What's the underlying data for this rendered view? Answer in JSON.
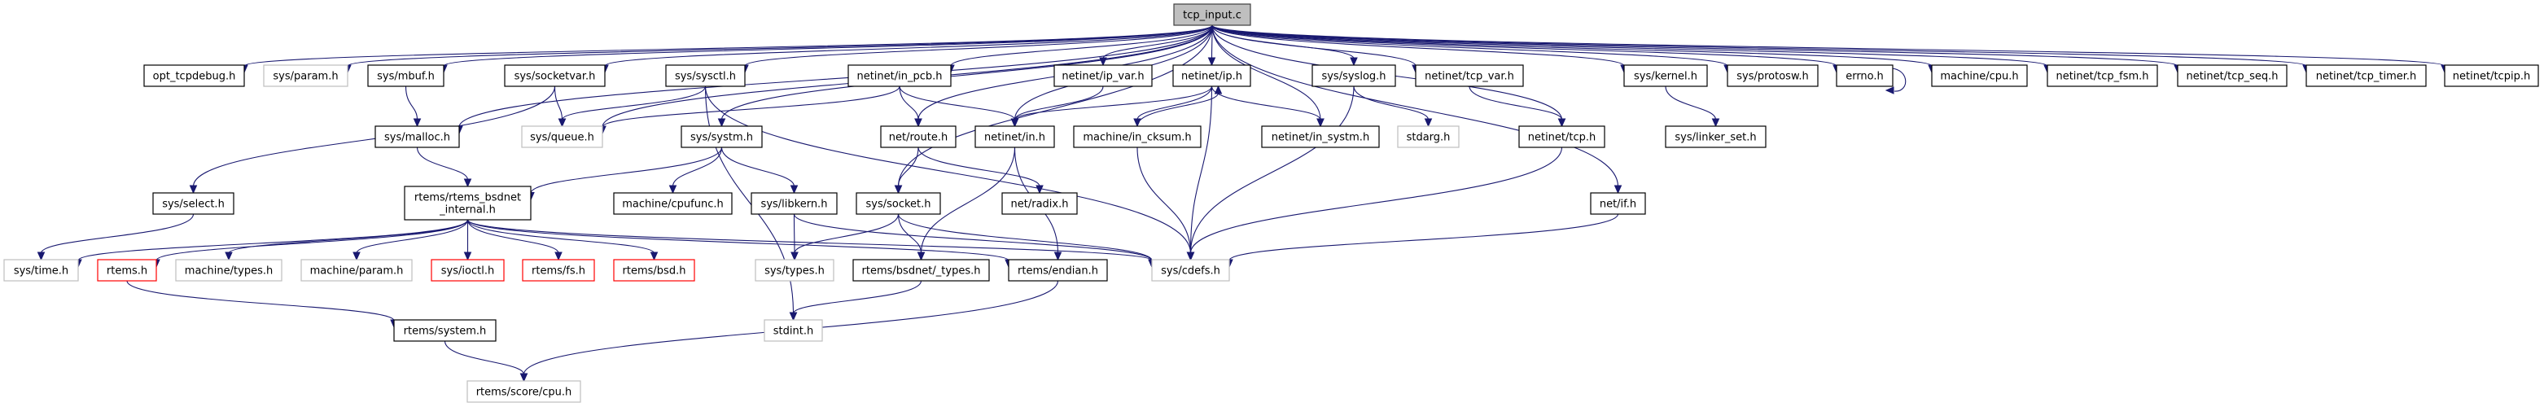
{
  "title": "tcp_input.c",
  "legend": {
    "edge_color": "#191970",
    "root_fill": "#bfbfbf",
    "normal_border": "#000000",
    "external_border": "#bfbfbf",
    "missing_border": "#ff0000"
  },
  "nodes": [
    {
      "id": "tcp_input",
      "label": "tcp_input.c",
      "kind": "root"
    },
    {
      "id": "opt_tcpdebug",
      "label": "opt_tcpdebug.h",
      "kind": "normal"
    },
    {
      "id": "sys_param",
      "label": "sys/param.h",
      "kind": "external"
    },
    {
      "id": "sys_mbuf",
      "label": "sys/mbuf.h",
      "kind": "normal"
    },
    {
      "id": "sys_socketvar",
      "label": "sys/socketvar.h",
      "kind": "normal"
    },
    {
      "id": "sys_sysctl",
      "label": "sys/sysctl.h",
      "kind": "normal"
    },
    {
      "id": "netinet_in_pcb",
      "label": "netinet/in_pcb.h",
      "kind": "normal"
    },
    {
      "id": "netinet_ip_var",
      "label": "netinet/ip_var.h",
      "kind": "normal"
    },
    {
      "id": "netinet_ip",
      "label": "netinet/ip.h",
      "kind": "normal"
    },
    {
      "id": "sys_syslog",
      "label": "sys/syslog.h",
      "kind": "normal"
    },
    {
      "id": "netinet_tcp_var",
      "label": "netinet/tcp_var.h",
      "kind": "normal"
    },
    {
      "id": "sys_kernel",
      "label": "sys/kernel.h",
      "kind": "normal"
    },
    {
      "id": "sys_protosw",
      "label": "sys/protosw.h",
      "kind": "normal"
    },
    {
      "id": "errno",
      "label": "errno.h",
      "kind": "normal"
    },
    {
      "id": "machine_cpu",
      "label": "machine/cpu.h",
      "kind": "normal"
    },
    {
      "id": "netinet_tcp_fsm",
      "label": "netinet/tcp_fsm.h",
      "kind": "normal"
    },
    {
      "id": "netinet_tcp_seq",
      "label": "netinet/tcp_seq.h",
      "kind": "normal"
    },
    {
      "id": "netinet_tcp_timer",
      "label": "netinet/tcp_timer.h",
      "kind": "normal"
    },
    {
      "id": "netinet_tcpip",
      "label": "netinet/tcpip.h",
      "kind": "normal"
    },
    {
      "id": "sys_malloc",
      "label": "sys/malloc.h",
      "kind": "normal"
    },
    {
      "id": "sys_queue",
      "label": "sys/queue.h",
      "kind": "external"
    },
    {
      "id": "sys_systm",
      "label": "sys/systm.h",
      "kind": "normal"
    },
    {
      "id": "net_route",
      "label": "net/route.h",
      "kind": "normal"
    },
    {
      "id": "netinet_in",
      "label": "netinet/in.h",
      "kind": "normal"
    },
    {
      "id": "machine_in_cksum",
      "label": "machine/in_cksum.h",
      "kind": "normal"
    },
    {
      "id": "netinet_in_systm",
      "label": "netinet/in_systm.h",
      "kind": "normal"
    },
    {
      "id": "stdarg",
      "label": "stdarg.h",
      "kind": "external"
    },
    {
      "id": "netinet_tcp",
      "label": "netinet/tcp.h",
      "kind": "normal"
    },
    {
      "id": "sys_linker_set",
      "label": "sys/linker_set.h",
      "kind": "normal"
    },
    {
      "id": "sys_select",
      "label": "sys/select.h",
      "kind": "normal"
    },
    {
      "id": "rtems_bsdnet_internal",
      "label": "rtems/rtems_bsdnet\n_internal.h",
      "kind": "normal"
    },
    {
      "id": "machine_cpufunc",
      "label": "machine/cpufunc.h",
      "kind": "normal"
    },
    {
      "id": "sys_libkern",
      "label": "sys/libkern.h",
      "kind": "normal"
    },
    {
      "id": "sys_socket",
      "label": "sys/socket.h",
      "kind": "normal"
    },
    {
      "id": "net_radix",
      "label": "net/radix.h",
      "kind": "normal"
    },
    {
      "id": "net_if",
      "label": "net/if.h",
      "kind": "normal"
    },
    {
      "id": "sys_time",
      "label": "sys/time.h",
      "kind": "external"
    },
    {
      "id": "rtems_h",
      "label": "rtems.h",
      "kind": "missing"
    },
    {
      "id": "machine_types",
      "label": "machine/types.h",
      "kind": "external"
    },
    {
      "id": "machine_param",
      "label": "machine/param.h",
      "kind": "external"
    },
    {
      "id": "sys_ioctl",
      "label": "sys/ioctl.h",
      "kind": "missing"
    },
    {
      "id": "rtems_fs",
      "label": "rtems/fs.h",
      "kind": "missing"
    },
    {
      "id": "rtems_bsd",
      "label": "rtems/bsd.h",
      "kind": "missing"
    },
    {
      "id": "sys_types",
      "label": "sys/types.h",
      "kind": "external"
    },
    {
      "id": "rtems_bsdnet_types",
      "label": "rtems/bsdnet/_types.h",
      "kind": "normal"
    },
    {
      "id": "rtems_endian",
      "label": "rtems/endian.h",
      "kind": "normal"
    },
    {
      "id": "sys_cdefs",
      "label": "sys/cdefs.h",
      "kind": "external"
    },
    {
      "id": "rtems_system",
      "label": "rtems/system.h",
      "kind": "normal"
    },
    {
      "id": "stdint",
      "label": "stdint.h",
      "kind": "external"
    },
    {
      "id": "rtems_score_cpu",
      "label": "rtems/score/cpu.h",
      "kind": "external"
    }
  ],
  "edges": [
    [
      "tcp_input",
      "opt_tcpdebug"
    ],
    [
      "tcp_input",
      "sys_param"
    ],
    [
      "tcp_input",
      "sys_mbuf"
    ],
    [
      "tcp_input",
      "sys_malloc"
    ],
    [
      "tcp_input",
      "sys_socketvar"
    ],
    [
      "tcp_input",
      "sys_queue"
    ],
    [
      "tcp_input",
      "sys_sysctl"
    ],
    [
      "tcp_input",
      "sys_systm"
    ],
    [
      "tcp_input",
      "netinet_in_pcb"
    ],
    [
      "tcp_input",
      "sys_socket"
    ],
    [
      "tcp_input",
      "net_route"
    ],
    [
      "tcp_input",
      "netinet_in"
    ],
    [
      "tcp_input",
      "netinet_ip_var"
    ],
    [
      "tcp_input",
      "netinet_ip"
    ],
    [
      "tcp_input",
      "netinet_in_systm"
    ],
    [
      "tcp_input",
      "sys_syslog"
    ],
    [
      "tcp_input",
      "netinet_tcp_var"
    ],
    [
      "tcp_input",
      "netinet_tcp"
    ],
    [
      "tcp_input",
      "net_if"
    ],
    [
      "tcp_input",
      "sys_kernel"
    ],
    [
      "tcp_input",
      "sys_protosw"
    ],
    [
      "tcp_input",
      "errno"
    ],
    [
      "tcp_input",
      "machine_cpu"
    ],
    [
      "tcp_input",
      "netinet_tcp_fsm"
    ],
    [
      "tcp_input",
      "netinet_tcp_seq"
    ],
    [
      "tcp_input",
      "netinet_tcp_timer"
    ],
    [
      "tcp_input",
      "netinet_tcpip"
    ],
    [
      "sys_mbuf",
      "sys_malloc"
    ],
    [
      "sys_malloc",
      "rtems_bsdnet_internal"
    ],
    [
      "sys_socketvar",
      "sys_queue"
    ],
    [
      "sys_socketvar",
      "sys_select"
    ],
    [
      "sys_sysctl",
      "sys_queue"
    ],
    [
      "sys_sysctl",
      "stdint"
    ],
    [
      "sys_sysctl",
      "sys_cdefs"
    ],
    [
      "netinet_in_pcb",
      "sys_queue"
    ],
    [
      "netinet_in_pcb",
      "net_route"
    ],
    [
      "netinet_in_pcb",
      "netinet_in"
    ],
    [
      "sys_systm",
      "rtems_bsdnet_internal"
    ],
    [
      "sys_systm",
      "machine_cpufunc"
    ],
    [
      "sys_systm",
      "sys_libkern"
    ],
    [
      "net_route",
      "sys_socket"
    ],
    [
      "net_route",
      "net_radix"
    ],
    [
      "netinet_ip_var",
      "netinet_in"
    ],
    [
      "netinet_ip",
      "netinet_in"
    ],
    [
      "netinet_ip",
      "machine_in_cksum"
    ],
    [
      "netinet_ip",
      "netinet_in_systm"
    ],
    [
      "netinet_ip",
      "sys_cdefs"
    ],
    [
      "machine_in_cksum",
      "netinet_ip"
    ],
    [
      "machine_in_cksum",
      "sys_cdefs"
    ],
    [
      "netinet_in",
      "rtems_bsdnet_types"
    ],
    [
      "netinet_in",
      "rtems_endian"
    ],
    [
      "sys_syslog",
      "stdarg"
    ],
    [
      "sys_syslog",
      "sys_cdefs"
    ],
    [
      "netinet_tcp_var",
      "netinet_tcp"
    ],
    [
      "netinet_tcp",
      "sys_cdefs"
    ],
    [
      "net_if",
      "sys_cdefs"
    ],
    [
      "sys_kernel",
      "sys_linker_set"
    ],
    [
      "errno",
      "errno"
    ],
    [
      "sys_select",
      "sys_time"
    ],
    [
      "rtems_bsdnet_internal",
      "sys_time"
    ],
    [
      "rtems_bsdnet_internal",
      "rtems_h"
    ],
    [
      "rtems_bsdnet_internal",
      "machine_types"
    ],
    [
      "rtems_bsdnet_internal",
      "machine_param"
    ],
    [
      "rtems_bsdnet_internal",
      "sys_ioctl"
    ],
    [
      "rtems_bsdnet_internal",
      "rtems_fs"
    ],
    [
      "rtems_bsdnet_internal",
      "rtems_bsd"
    ],
    [
      "rtems_bsdnet_internal",
      "rtems_endian"
    ],
    [
      "rtems_bsdnet_internal",
      "sys_cdefs"
    ],
    [
      "sys_libkern",
      "sys_types"
    ],
    [
      "sys_libkern",
      "sys_cdefs"
    ],
    [
      "sys_socket",
      "sys_types"
    ],
    [
      "sys_socket",
      "rtems_bsdnet_types"
    ],
    [
      "sys_socket",
      "sys_cdefs"
    ],
    [
      "rtems_h",
      "rtems_system"
    ],
    [
      "rtems_system",
      "rtems_score_cpu"
    ],
    [
      "rtems_bsdnet_types",
      "stdint"
    ],
    [
      "rtems_endian",
      "rtems_score_cpu"
    ]
  ]
}
